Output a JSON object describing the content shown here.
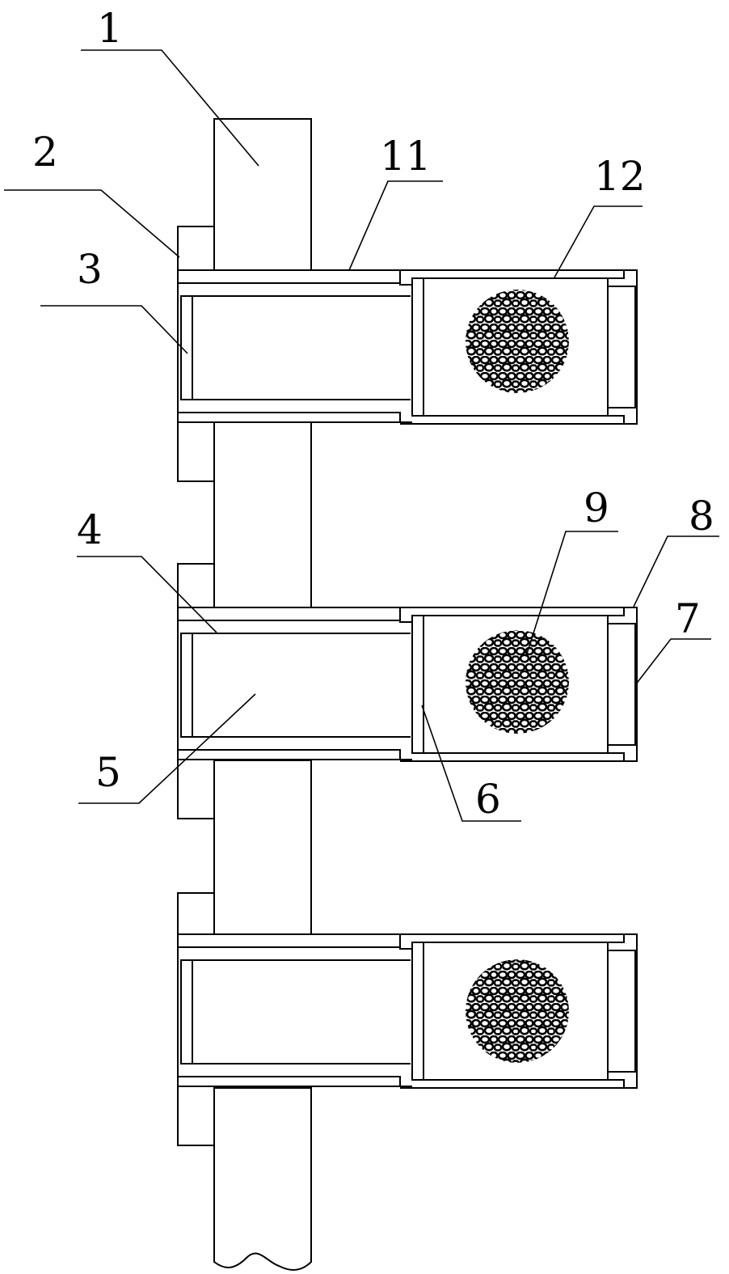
{
  "figure": {
    "type": "mechanical-section-drawing",
    "units_count": 3,
    "callouts": [
      {
        "id": "c1",
        "label": "1"
      },
      {
        "id": "c2",
        "label": "2"
      },
      {
        "id": "c3",
        "label": "3"
      },
      {
        "id": "c4",
        "label": "4"
      },
      {
        "id": "c5",
        "label": "5"
      },
      {
        "id": "c6",
        "label": "6"
      },
      {
        "id": "c7",
        "label": "7"
      },
      {
        "id": "c8",
        "label": "8"
      },
      {
        "id": "c9",
        "label": "9"
      },
      {
        "id": "c11",
        "label": "11"
      },
      {
        "id": "c12",
        "label": "12"
      }
    ],
    "colors": {
      "line": "#000000",
      "background": "#ffffff"
    }
  }
}
